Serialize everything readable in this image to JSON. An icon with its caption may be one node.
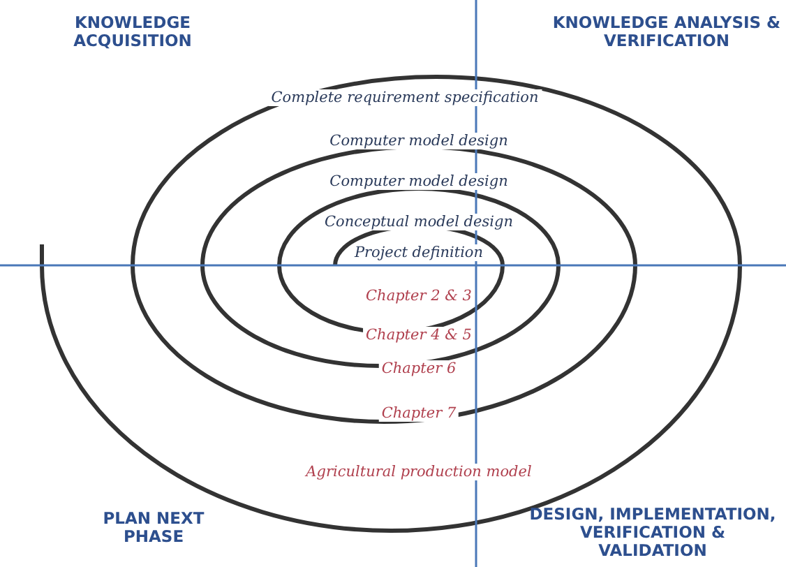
{
  "diagram": {
    "labels": [
      "KNOWLEDGE ACQUISITION",
      "KNOWLEDGE ANALYSIS & VERIFICATION",
      "Complete requirement specification",
      "Computer model design",
      "Computer model design",
      "Conceptual model design",
      "Project definition",
      "Chapter 2 & 3",
      "Chapter 4 & 5",
      "Chapter 6",
      "Chapter 7",
      "Agricultural production model",
      "PLAN NEXT PHASE",
      "DESIGN, IMPLEMENTATION, VERIFICATION & VALIDATION"
    ]
  }
}
